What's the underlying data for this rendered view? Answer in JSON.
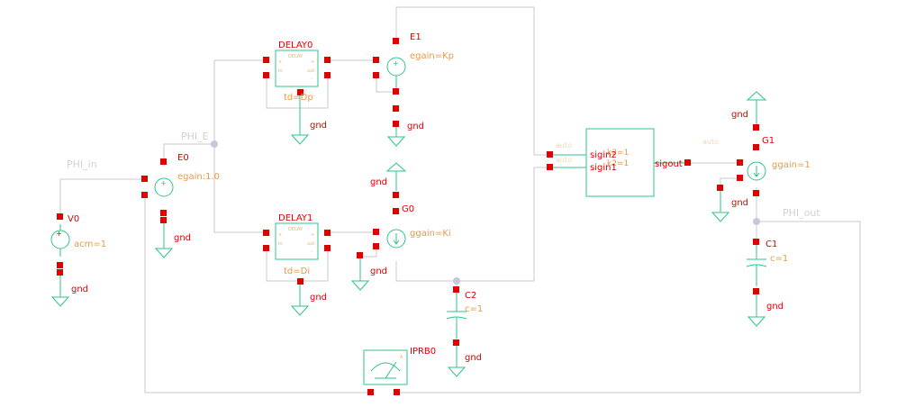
{
  "nets": {
    "phi_in": "PHI_in",
    "phi_e": "PHI_E",
    "phi_out": "PHI_out"
  },
  "components": {
    "v0": {
      "name": "V0",
      "param": "acm=1"
    },
    "e0": {
      "name": "E0",
      "param": "egain:1.0"
    },
    "delay0": {
      "name": "DELAY0",
      "param": "td=Dp",
      "inner_title": "DELAY",
      "in_label": "in",
      "out_label": "out",
      "plus": "+",
      "minus": "-"
    },
    "delay1": {
      "name": "DELAY1",
      "param": "td=Di",
      "inner_title": "DELAY",
      "in_label": "in",
      "out_label": "out",
      "plus": "+",
      "minus": "-"
    },
    "e1": {
      "name": "E1",
      "param": "egain=Kp"
    },
    "g0": {
      "name": "G0",
      "param": "ggain=Ki"
    },
    "c2": {
      "name": "C2",
      "param": "c=1"
    },
    "add": {
      "pin1": "sigin2",
      "pin2": "sigin1",
      "out": "sigout",
      "inner1": "k2=1",
      "inner2": "k2=1",
      "faint1": "auto",
      "faint2": "auto"
    },
    "g1": {
      "name": "G1",
      "param": "ggain=1",
      "faint": "auto"
    },
    "c1": {
      "name": "C1",
      "param": "c=1"
    },
    "iprb0": {
      "name": "IPRB0",
      "mark": "A"
    }
  },
  "gnd_label": "gnd",
  "colors": {
    "wire": "#c8c8c8",
    "symbol": "#2fc48a",
    "pin": "#e00000",
    "param": "#e79a4a",
    "net_label": "#d2d2d2",
    "junction": "#c6c6dc"
  }
}
